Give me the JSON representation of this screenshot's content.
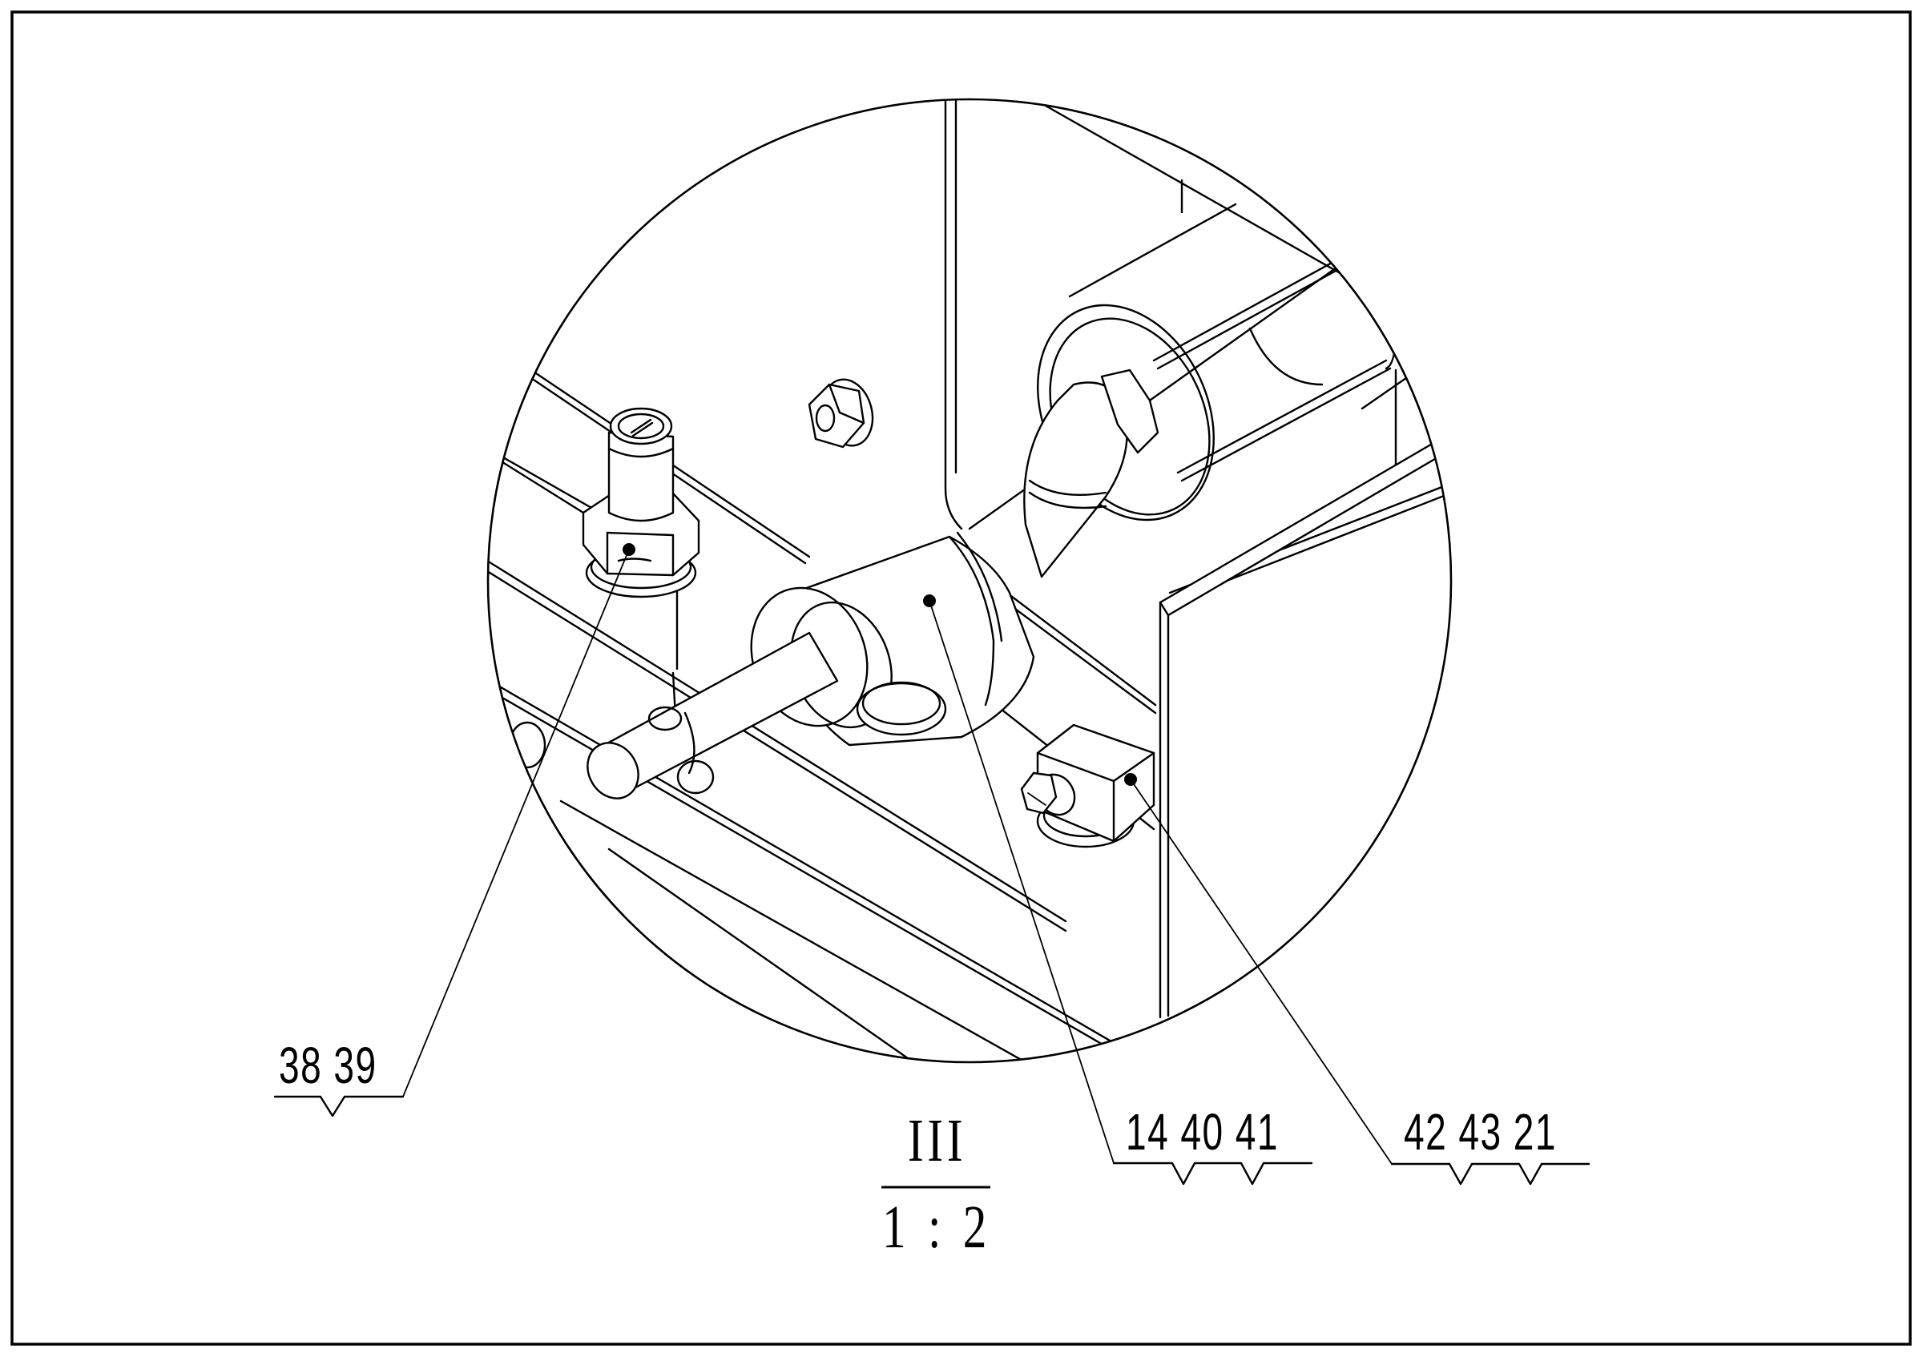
{
  "drawing": {
    "type": "technical-detail-view",
    "view": {
      "title": "III",
      "scale": "1 : 2"
    },
    "callouts": [
      {
        "id": "callout-38-39",
        "items": [
          "38",
          "39"
        ],
        "text": "38  39",
        "target": "hex fitting / plug"
      },
      {
        "id": "callout-14-40-41",
        "items": [
          "14",
          "40",
          "41"
        ],
        "text": "14  40  41",
        "target": "pipe tee body"
      },
      {
        "id": "callout-42-43-21",
        "items": [
          "42",
          "43",
          "21"
        ],
        "text": "42  43  21",
        "target": "square block fitting"
      }
    ],
    "colors": {
      "line": "#000000",
      "background": "#ffffff"
    }
  }
}
